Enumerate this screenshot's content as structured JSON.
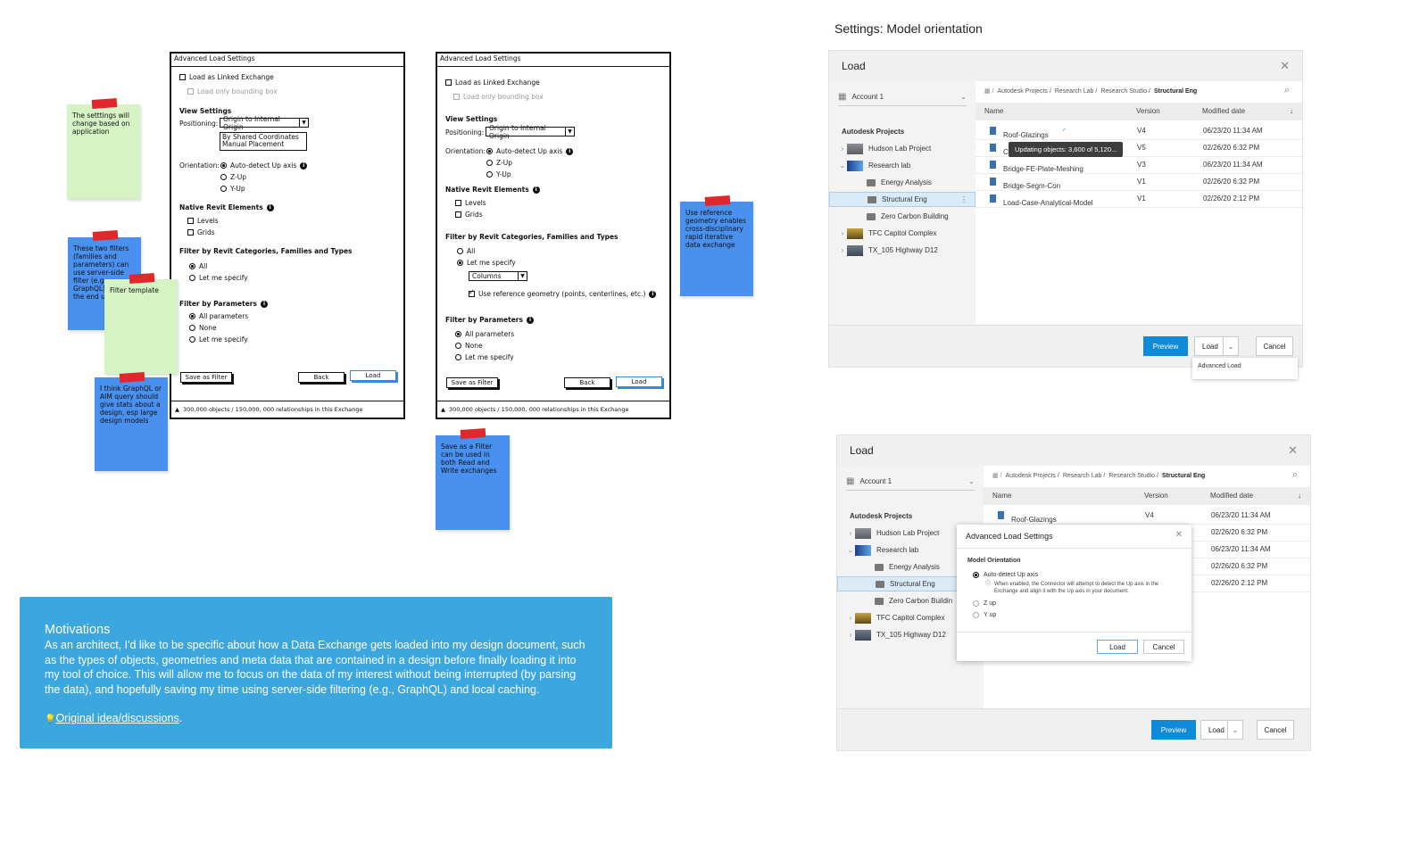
{
  "wireframe1": {
    "title": "Advanced Load Settings",
    "load_linked": "Load as Linked Exchange",
    "load_bbox": "Load only bounding box",
    "view_settings": "View Settings",
    "positioning_label": "Positioning:",
    "positioning_value": "Origin to Internal Origin",
    "positioning_opt1": "By Shared Coordinates",
    "positioning_opt2": "Manual Placement",
    "orientation_label": "Orientation:",
    "orient_auto": "Auto-detect Up axis",
    "orient_z": "Z-Up",
    "orient_y": "Y-Up",
    "native": "Native Revit Elements",
    "levels": "Levels",
    "grids": "Grids",
    "filter_cat": "Filter by Revit Categories, Families and Types",
    "all": "All",
    "let_me": "Let me specify",
    "filter_params": "Filter by Parameters",
    "all_params": "All parameters",
    "none": "None",
    "let_me2": "Let me specify",
    "save_filter": "Save as Filter",
    "back": "Back",
    "load": "Load",
    "footer": "300,000 objects / 150,000, 000 relationships in this Exchange"
  },
  "wireframe2": {
    "title": "Advanced Load Settings",
    "load_linked": "Load as Linked Exchange",
    "load_bbox": "Load only bounding box",
    "view_settings": "View Settings",
    "positioning_label": "Positioning:",
    "positioning_value": "Origin to Internal Origin",
    "orientation_label": "Orientation:",
    "orient_auto": "Auto-detect Up axis",
    "orient_z": "Z-Up",
    "orient_y": "Y-Up",
    "native": "Native Revit Elements",
    "levels": "Levels",
    "grids": "Grids",
    "filter_cat": "Filter by Revit Categories, Families and Types",
    "all": "All",
    "let_me": "Let me specify",
    "columns": "Columns",
    "use_ref": "Use reference geometry (points, centerlines, etc.)",
    "filter_params": "Filter by Parameters",
    "all_params": "All parameters",
    "none": "None",
    "let_me2": "Let me specify",
    "save_filter": "Save as Filter",
    "back": "Back",
    "load": "Load",
    "footer": "300,000 objects / 150,000, 000 relationships in this Exchange"
  },
  "stickies": {
    "s1": "The setttings will change based on application",
    "s2": "These two filters (families and parameters) can use server-side filter (e.g., GraphQL) out the the end user want",
    "s3": "Filter template",
    "s4": "I think GraphQL or AIM query should give stats about a design, esp large design models",
    "s5": "Save as a Filter can be used in both Read and Write exchanges",
    "s6": "Use reference geometry enables cross-disciplinary rapid iterative data exchange"
  },
  "motivations": {
    "title": "Motivations",
    "body": "As an architect, I'd like to be specific about how a Data Exchange gets loaded into my design document, such as the types of objects, geometries and meta data that are contained in a design before finally loading it into my tool of choice. This will allow me to focus on the data of my interest without being interrupted (by parsing the data), and hopefully saving my time using server-side filtering (e.g., GraphQL) and local caching.",
    "link": "Original idea/discussions",
    "link_suffix": "."
  },
  "section_title": "Settings: Model orientation",
  "dialog1": {
    "title": "Load",
    "account": "Account 1",
    "crumbs": [
      "Autodesk Projects /",
      "Research Lab /",
      "Research Studio /"
    ],
    "crumb_current": "Structural Eng",
    "tree_header": "Autodesk Projects",
    "tree": [
      "Hudson Lab Project",
      "Research lab",
      "Energy Analysis",
      "Structural Eng",
      "Zero Carbon Building",
      "TFC Capitol Complex",
      "TX_105 Highway D12"
    ],
    "col_name": "Name",
    "col_version": "Version",
    "col_modified": "Modified date",
    "rows": [
      {
        "name": "Roof-Glazings",
        "version": "V4",
        "date": "06/23/20 11:34 AM"
      },
      {
        "name": "C",
        "version": "V5",
        "date": "02/26/20 6:32 PM"
      },
      {
        "name": "Bridge-FE-Plate-Meshing",
        "version": "V3",
        "date": "06/23/20 11:34 AM"
      },
      {
        "name": "Bridge-Segm-Con",
        "version": "V1",
        "date": "02/26/20 6:32 PM"
      },
      {
        "name": "Load-Case-Analytical-Model",
        "version": "V1",
        "date": "02/26/20 2:12 PM"
      }
    ],
    "tooltip": "Updating objects: 3,600 of 5,120...",
    "preview": "Preview",
    "load": "Load",
    "cancel": "Cancel",
    "menu_item": "Advanced Load"
  },
  "dialog2": {
    "title": "Load",
    "account": "Account 1",
    "crumbs": [
      "Autodesk Projects /",
      "Research Lab /",
      "Research Studio /"
    ],
    "crumb_current": "Structural Eng",
    "tree_header": "Autodesk Projects",
    "tree": [
      "Hudson Lab Project",
      "Research lab",
      "Energy Analysis",
      "Structural Eng",
      "Zero Carbon Buildin",
      "TFC Capitol Complex",
      "TX_105 Highway D12"
    ],
    "col_name": "Name",
    "col_version": "Version",
    "col_modified": "Modified date",
    "rows": [
      {
        "name": "Roof-Glazings",
        "version": "V4",
        "date": "06/23/20 11:34 AM"
      },
      {
        "name": "",
        "version": "",
        "date": "02/26/20 6:32 PM"
      },
      {
        "name": "",
        "version": "",
        "date": "06/23/20 11:34 AM"
      },
      {
        "name": "",
        "version": "",
        "date": "02/26/20 6:32 PM"
      },
      {
        "name": "",
        "version": "",
        "date": "02/26/20 2:12 PM"
      }
    ],
    "preview": "Preview",
    "load": "Load",
    "cancel": "Cancel",
    "adv": {
      "title": "Advanced Load Settings",
      "section": "Model Orientation",
      "auto": "Auto-detect Up axis",
      "auto_desc": "When enabled, the Connector will attempt to detect the Up axis in the Exchange and align it with the Up axis in your document.",
      "z": "Z up",
      "y": "Y up",
      "load": "Load",
      "cancel": "Cancel"
    }
  }
}
